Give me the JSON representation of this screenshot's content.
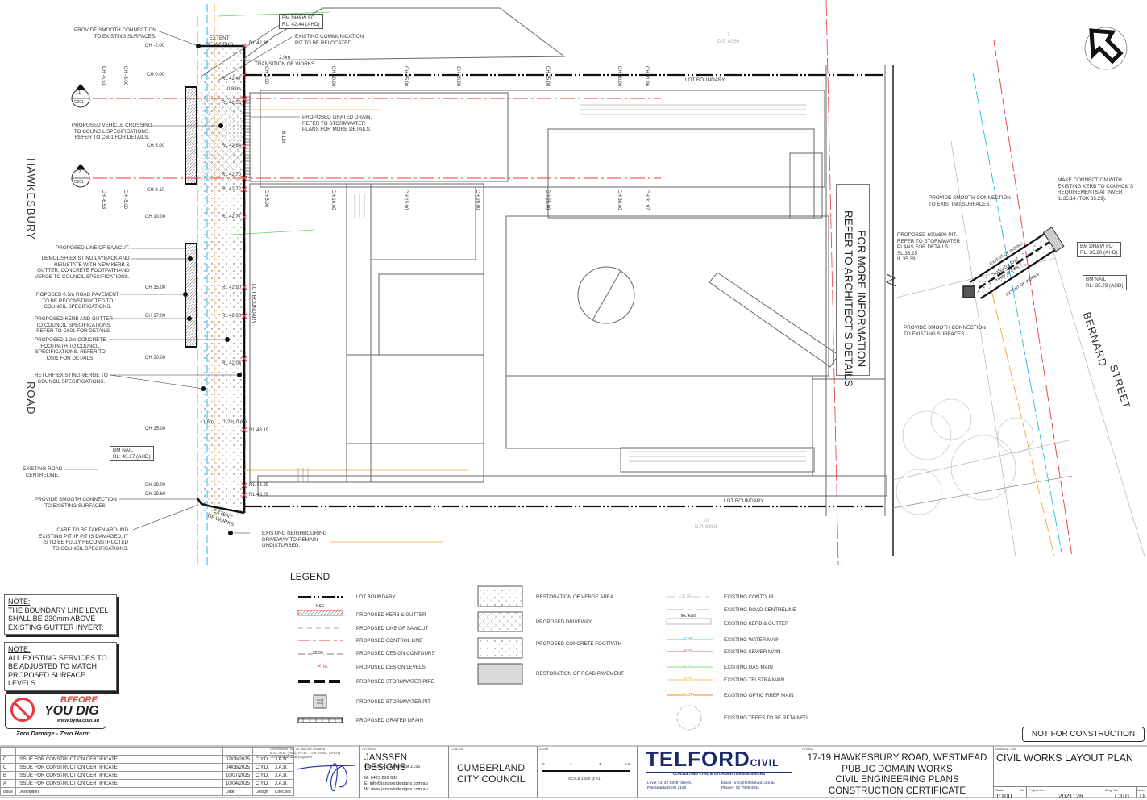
{
  "drawing": {
    "streets": {
      "left_top": "HAWKESBURY",
      "left_bottom": "ROAD",
      "right_top": "BERNARD",
      "right_bottom": "STREET"
    },
    "labels_left": [
      "PROVIDE SMOOTH CONNECTION\nTO EXISTING SURFACES.",
      "PROPOSED VEHICLE CROSSING\nTO COUNCIL SPECIFICATIONS.\nREFER TO C601 FOR DETAILS.",
      "PROPOSED LINE OF SAWCUT.",
      "DEMOLISH EXISTING LAYBACK AND\nREINSTATE WITH NEW KERB &\nGUTTER, CONCRETE FOOTPATH AND\nVERGE TO COUNCIL SPECIFICATIONS.",
      "ROPOSED 0.5m ROAD PAVEMENT\nTO BE RECONSTRUCTED TO\nCOUNCIL SPECIFICATIONS.",
      "PROPOSED KERB AND GUTTER\nTO COUNCIL SPECIFICATIONS.\nREFER TO C601 FOR DETAILS.",
      "PROPOSED 1.2m CONCRETE\nFOOTPATH TO COUNCIL\nSPECIFICATIONS. REFER TO\nC601 FOR DETAILS.",
      "RETURF EXISTING VERGE TO\nCOUNCIL SPECIFICATIONS.",
      "EXISTING ROAD\nCENTRELINE.",
      "PROVIDE SMOOTH CONNECTION\nTO EXISTING SURFACES.",
      "CARE TO BE TAKEN AROUND\nEXISTING PIT. IF PIT IS DAMAGED, IT\nIS TO BE FULLY RECONSTRUCTED\nTO COUNCIL SPECIFICATIONS."
    ],
    "chainages_left": [
      "CH -2.00",
      "CH 0.00",
      "CH 5.00",
      "CH 8.10",
      "CH 10.00",
      "CH 15.00",
      "CH 17.00",
      "CH 20.00",
      "CH 25.00",
      "CH 29.00",
      "CH 29.60"
    ],
    "chainages_top": [
      "CH 3.00",
      "CH 10.00",
      "CH 15.00",
      "CH 20.00",
      "CH 25.00",
      "CH 30.00",
      "CH 31.96"
    ],
    "chainages_mid": [
      "CH 5.00",
      "CH 10.00",
      "CH 15.00",
      "CH 20.00",
      "CH 25.00",
      "CH 30.00",
      "CH 31.97"
    ],
    "chainages_section": [
      "CH -6.51",
      "CH -5.00",
      "CH -6.53",
      "CH -5.00"
    ],
    "sections": [
      {
        "num": "1",
        "ref": "C201"
      },
      {
        "num": "2",
        "ref": "C201"
      }
    ],
    "design_levels": [
      "RL 42.38",
      "RL 42.47",
      "RL 42.55",
      "RL 42.64",
      "RL 42.70",
      "RL 42.72",
      "RL 42.77",
      "RL 42.90",
      "RL 42.96",
      "RL 42.04",
      "RL 43.19",
      "RL 43.29",
      "RL 43.29"
    ],
    "bm_top": "BM DH&W FD\nRL: 42.44 (AHD)",
    "bm_nail_left": "BM NAIL\nRL: 43.17 (AHD)",
    "comm_pit": "EXISTING COMMUNICATION\nPIT TO BE RELOCATED.",
    "transition": "2.0m\nTRANSITION OF WORKS",
    "grated_drain": "PROPOSED GRATED DRAIN.\nREFER TO STORMWATER\nPLANS FOR MORE DETAILS.",
    "extent_of_works": "EXTENT\nOF WORKS",
    "lot_boundary": "LOT BOUNDARY",
    "dp_top": "7\nD.P. 8359",
    "dp_bottom": "10\nD.P. 8359",
    "neighbour_driveway": "EXISTING NEIGHBOURING\nDRIVEWAY TO REMAIN\nUNDISTURBED.",
    "dims": [
      "0.88m",
      "6.11m",
      "~1.8m",
      "1.2m",
      "0.6m"
    ],
    "architect_note": "FOR MORE INFORMATION\nREFER TO ARCHITECT'S DETAILS",
    "right_labels": {
      "make_connection": "MAKE CONNECTION WITH\nEXISTING KERB TO COUNCIL'S\nREQUIREMENTS AT INVERT\nIL 35.14 (TOK 35.29).",
      "smooth_top": "PROVIDE SMOOTH CONNECTION\nTO EXISTING SURFACES.",
      "pit": "PROPOSED 600x600 PIT.\nREFER TO STORMWATER\nPLANS FOR DETAILS\nSL 36.25\nIL 35.39",
      "bm_dhw": "BM DH&W FD\nRL: 35.20 (AHD)",
      "bm_nail": "BM NAIL\nRL: 35.29 (AHD)",
      "smooth_bottom": "PROVIDE SMOOTH CONNECTION\nTO EXISTING SURFACES.",
      "pipe": "3x300x100 RHS\nGALV @ 4.0%",
      "extent": "EXTENT OF WORKS"
    },
    "service_tags": {
      "water": "ExW",
      "sewer": "ExS",
      "gas": "ExG",
      "telstra": "ExT"
    }
  },
  "notes": [
    {
      "title": "NOTE:",
      "body": "THE BOUNDARY LINE LEVEL SHALL BE 230mm ABOVE EXISTING GUTTER INVERT."
    },
    {
      "title": "NOTE:",
      "body": "ALL EXISTING SERVICES TO BE ADJUSTED TO MATCH PROPOSED SURFACE LEVELS."
    }
  ],
  "byd": {
    "before": "BEFORE",
    "you_dig": "YOU DIG",
    "url": "www.byda.com.au",
    "tagline": "Zero Damage - Zero Harm"
  },
  "legend": {
    "title": "LEGEND",
    "col1": [
      "LOT BOUNDARY",
      "PROPOSED KERB & GUTTER",
      "PROPOSED LINE OF SAWCUT",
      "PROPOSED CONTROL LINE",
      "PROPOSED DESIGN CONTOURS",
      "PROPOSED DESIGN LEVELS",
      "PROPOSED STORMWATER PIPE",
      "PROPOSED STORMWATER PIT",
      "PROPOSED GRATED DRAIN"
    ],
    "col1_symbols": {
      "kg": "K&G",
      "contour": "32.00",
      "rl": "RL"
    },
    "col2": [
      "RESTORATION OF VERGE AREA",
      "PROPOSED DRIVEWAY",
      "PROPOSED CONCRETE FOOTPATH",
      "RESTORATION OF ROAD PAVEMENT"
    ],
    "col3": [
      "EXISTING CONTOUR",
      "EXISTING ROAD CENTRELINE",
      "EXISTING KERB & GUTTER",
      "EXISTING WATER MAIN",
      "EXISTING SEWER MAIN",
      "EXISTING GAS MAIN",
      "EXISTING TELSTRA MAIN",
      "EXISTING OPTIC FIBER MAIN",
      "EXISTING TREES TO BE RETAINED"
    ],
    "col3_symbols": {
      "contour": "31.00",
      "kg": "Ex. K&G",
      "water": "ExW",
      "sewer": "ExS",
      "gas": "ExG",
      "telstra": "ExT",
      "optic": "ExOF"
    }
  },
  "stamp": "NOT FOR CONSTRUCTION",
  "revisions": {
    "rows": [
      {
        "issue": "D",
        "desc": "ISSUE FOR CONSTRUCTION CERTIFICATE",
        "date": "07/08/2025",
        "design": "C.Y.D.",
        "checked": "J.A.B."
      },
      {
        "issue": "C",
        "desc": "ISSUE FOR CONSTRUCTION CERTIFICATE",
        "date": "04/08/2025",
        "design": "C.Y.D.",
        "checked": "J.A.B."
      },
      {
        "issue": "B",
        "desc": "ISSUE FOR CONSTRUCTION CERTIFICATE",
        "date": "10/07/2025",
        "design": "C.Y.D.",
        "checked": "J.A.B."
      },
      {
        "issue": "A",
        "desc": "ISSUE FOR CONSTRUCTION CERTIFICATE",
        "date": "10/04/2025",
        "design": "C.Y.D.",
        "checked": "J.A.B."
      }
    ],
    "headers": {
      "issue": "Issue",
      "desc": "Description",
      "date": "Date",
      "design": "Design",
      "checked": "Checked"
    }
  },
  "titleblock": {
    "cert_caption": "Certification By Dr. Michel Chaaya\nB.E., M.E. (Res), Ph.D., F.I.E. Aust., CPEng\nCivil & Structural Engineer",
    "architect_caption": "Architect",
    "architect_name": "JANSSEN DESIGNS",
    "architect_addr": "P.O. Box 41, Kenthurst 2156",
    "architect_m": "M: 0423 216 636",
    "architect_e": "E: info@janssendesigns.com.au",
    "architect_w": "W: www.janssendesigns.com.au",
    "council_caption": "Council",
    "council": "CUMBERLAND\nCITY COUNCIL",
    "scale_caption": "Scale",
    "scale_ticks": [
      "0",
      "2",
      "4",
      "6 m"
    ],
    "scale_text": "SCALE 1:100 @ A1",
    "firm": "TELFORD",
    "firm_suffix": "CIVIL",
    "firm_tag": "CONSULTING CIVIL & STORMWATER ENGINEERS",
    "firm_addr": "Level 14, 32 Smith Street,\nParramatta NSW 2150",
    "firm_contact": "Email : info@telfordcivil.com.au\nPhone : 02 7809 4931",
    "project_caption": "Project",
    "project": "17-19 HAWKESBURY ROAD, WESTMEAD\nPUBLIC DOMAIN WORKS\nCIVIL ENGINEERING PLANS\nCONSTRUCTION CERTIFICATE",
    "title_caption": "Drawing Title",
    "title": "CIVIL WORKS LAYOUT PLAN",
    "scale_cell_caption": "Scale",
    "scale_cell_size": "A1",
    "scale_value": "1:100",
    "projno_caption": "Project No.",
    "projno": "2021126",
    "dwg_caption": "Dwg. No.",
    "dwg": "C101",
    "issue_caption": "Issue",
    "issue": "D"
  },
  "colors": {
    "red": "#e8383d",
    "water": "#29b6e8",
    "sewer": "#e8383d",
    "gas": "#5fd35f",
    "telstra": "#f5a53b",
    "navy": "#1d2a6e"
  }
}
